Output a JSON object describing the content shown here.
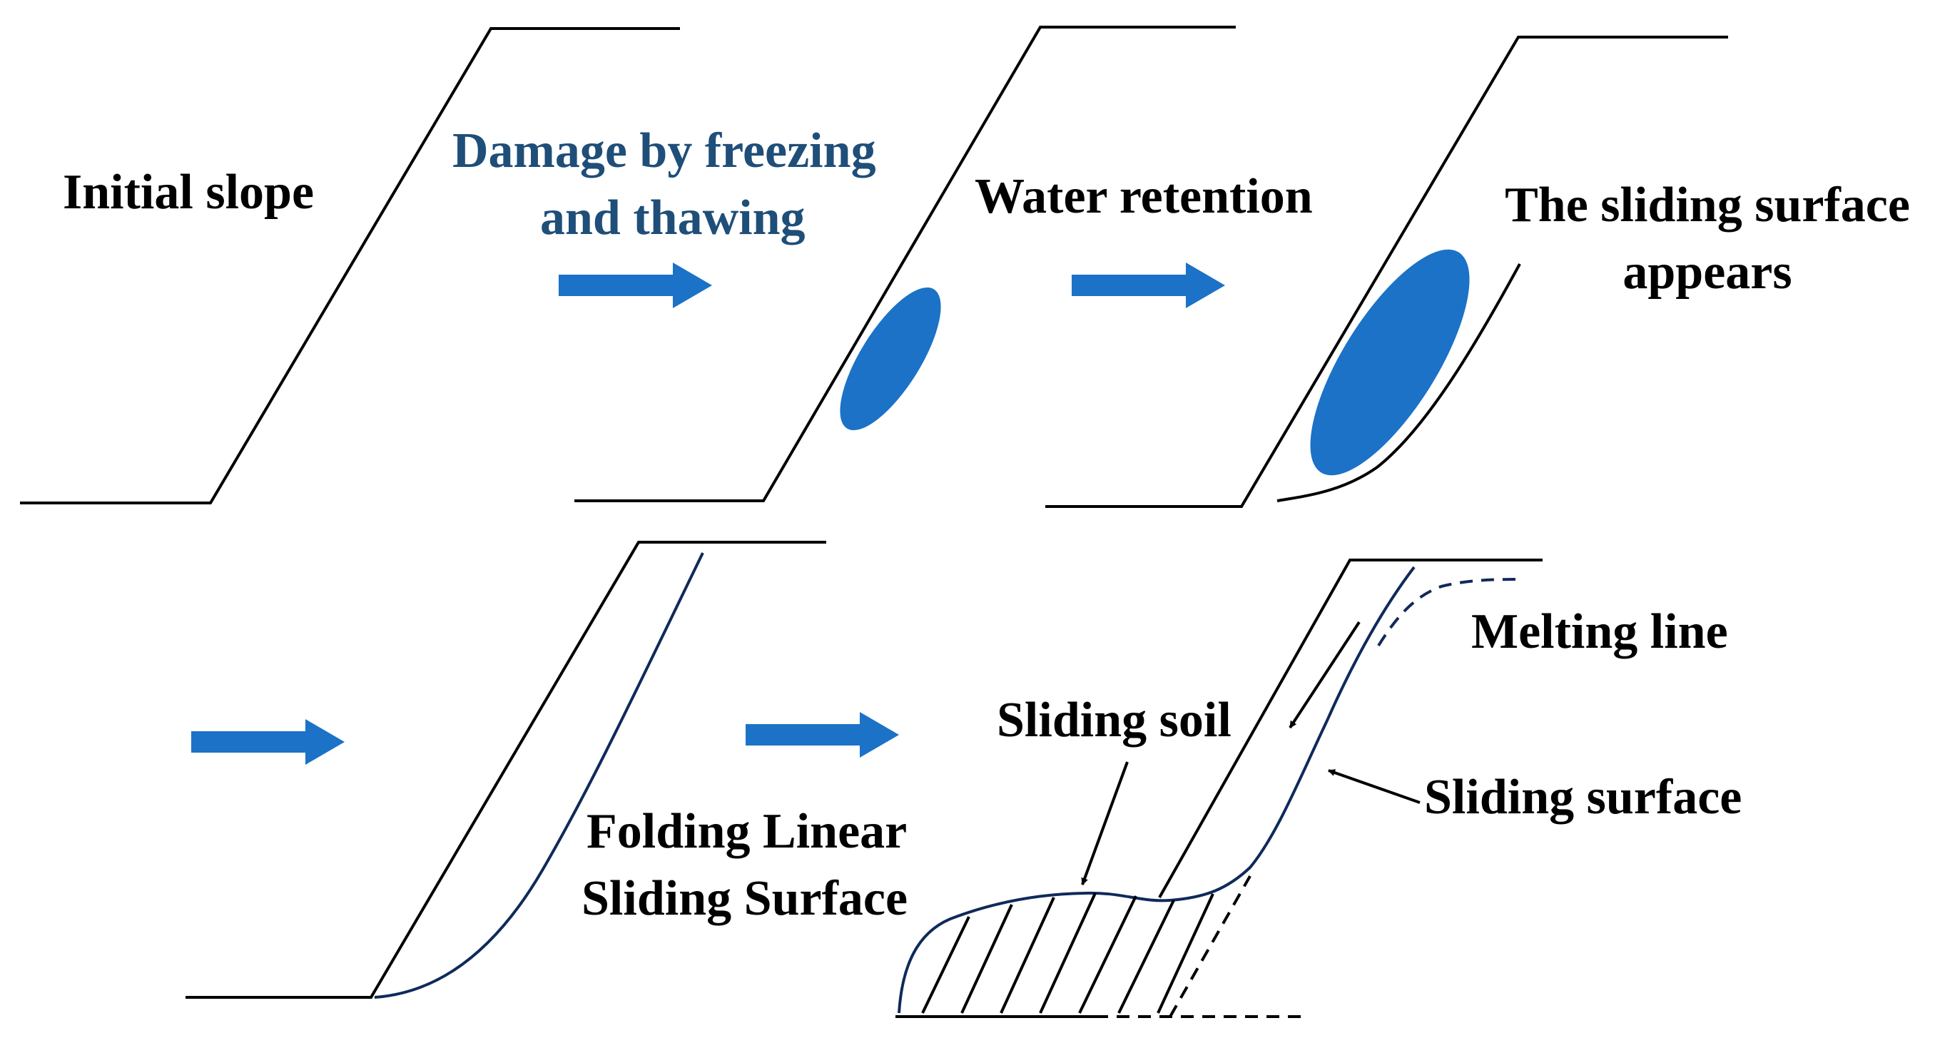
{
  "colors": {
    "arrow": "#1b72c7",
    "ellipse": "#1b72c7",
    "slope_line": "#000000",
    "sliding_curve": "#0f2a5a",
    "highlight_text": "#1f4e79"
  },
  "icons": [
    "right-arrow-icon",
    "down-left-arrow-icon",
    "water-ellipse-icon"
  ],
  "labels": {
    "initial_slope": "Initial slope",
    "damage_line1": "Damage by freezing",
    "damage_line2": "and thawing",
    "water_retention": "Water retention",
    "sliding_surface_appears_line1": "The sliding surface",
    "sliding_surface_appears_line2": "appears",
    "folding_line1": "Folding Linear",
    "folding_line2": "Sliding Surface",
    "melting_line": "Melting line",
    "sliding_soil": "Sliding soil",
    "sliding_surface": "Sliding surface"
  }
}
